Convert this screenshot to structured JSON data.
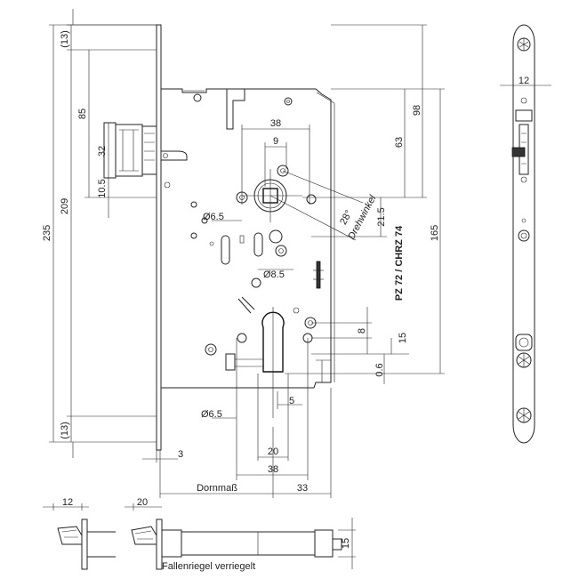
{
  "dimensions": {
    "d13_top": "(13)",
    "d85": "85",
    "d32": "32",
    "d10_5": "10.5",
    "d209": "209",
    "d235": "235",
    "d13_bottom": "(13)",
    "d38_top": "38",
    "d9": "9",
    "d6_5_left": "Ø6.5",
    "d8_5": "Ø8.5",
    "d28": "28°",
    "drehwinkel": "Drehwinkel",
    "d21_5": "21.5",
    "d63": "63",
    "d98": "98",
    "d165": "165",
    "pz": "PZ 72 / CHRZ 74",
    "d8": "8",
    "d15_right": "15",
    "d0_6": "0.6",
    "d5": "5",
    "d6_5_bottom": "Ø6.5",
    "d3": "3",
    "d20_mid": "20",
    "d38_bottom": "38",
    "dornmass": "Dornmaß",
    "d33": "33",
    "d12_side": "12",
    "d12_bottom": "12",
    "d20_bottom": "20",
    "d15_bottom": "15",
    "fallenriegel": "Fallenriegel verriegelt"
  }
}
